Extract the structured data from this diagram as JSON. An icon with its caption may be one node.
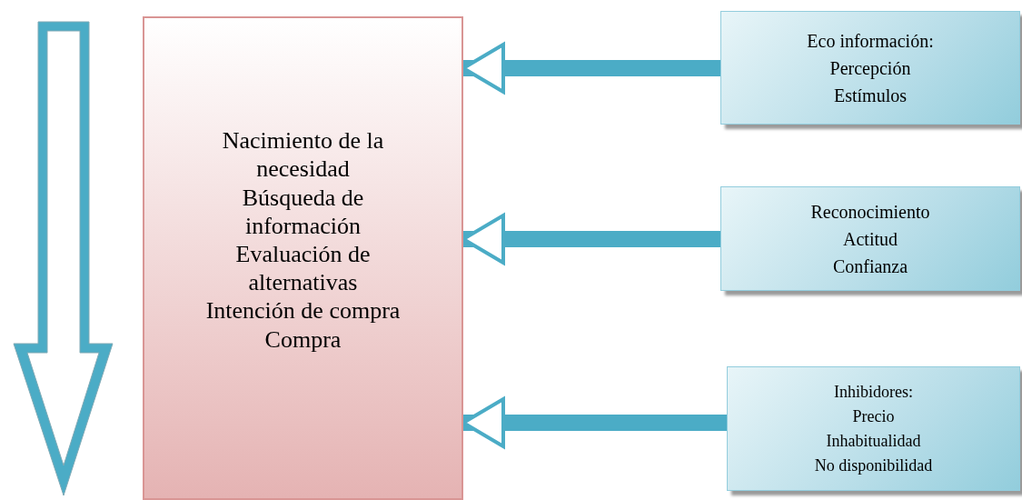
{
  "diagram": {
    "nodes": [
      {
        "text": [
          "Nacimiento de la necesidad",
          "Búsqueda de información",
          "Evaluación de alternativas",
          "Intención de compra",
          "Compra"
        ]
      },
      {
        "text": [
          "Eco información:",
          "Percepción",
          "Estímulos"
        ]
      },
      {
        "text": [
          "Reconocimiento",
          "Actitud",
          "Confianza"
        ]
      },
      {
        "text": [
          "Inhibidores:",
          "Precio",
          "Inhabitualidad",
          "No disponibilidad"
        ]
      }
    ],
    "edges": [
      {
        "from": 1,
        "to": 0,
        "arrow": "to"
      },
      {
        "from": 2,
        "to": 0,
        "arrow": "to"
      },
      {
        "from": 3,
        "to": 0,
        "arrow": "to"
      }
    ]
  }
}
